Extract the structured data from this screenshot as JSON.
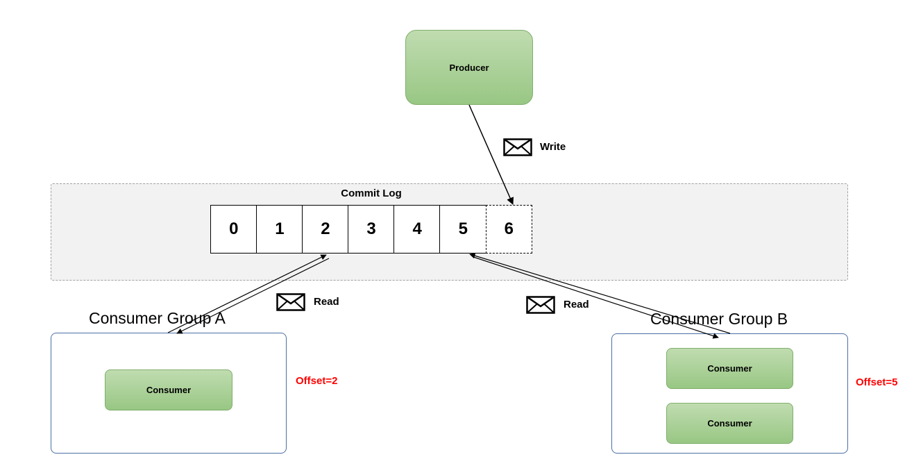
{
  "producer": {
    "label": "Producer"
  },
  "commit_log": {
    "title": "Commit Log",
    "cells": [
      "0",
      "1",
      "2",
      "3",
      "4",
      "5",
      "6"
    ],
    "pending_index": 6
  },
  "messages": {
    "write_label": "Write",
    "read_label": "Read",
    "envelope_icon": "envelope-icon"
  },
  "groups": {
    "a": {
      "label": "Consumer Group A",
      "consumers": [
        "Consumer"
      ],
      "offset": "Offset=2"
    },
    "b": {
      "label": "Consumer Group B",
      "consumers": [
        "Consumer",
        "Consumer"
      ],
      "offset": "Offset=5"
    }
  },
  "colors": {
    "box_fill_top": "#c0dcb0",
    "box_fill_bottom": "#98c784",
    "group_border": "#4a6fa5",
    "offset_text": "#ff0000",
    "region_fill": "#f2f2f2"
  }
}
